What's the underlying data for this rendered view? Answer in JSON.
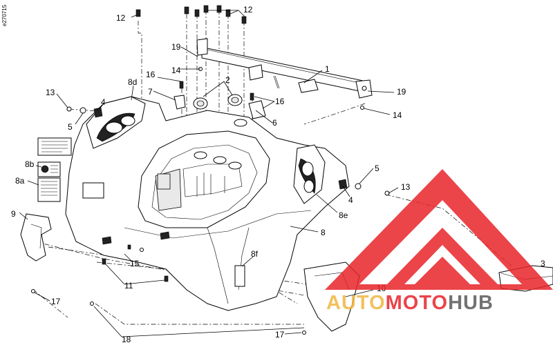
{
  "document_id": "e270715",
  "callouts": {
    "c1": "1",
    "c2": "2",
    "c3": "3",
    "c4a": "4",
    "c4b": "4",
    "c5a": "5",
    "c5b": "5",
    "c6": "6",
    "c7": "7",
    "c8": "8",
    "c8a": "8a",
    "c8b": "8b",
    "c8d": "8d",
    "c8e": "8e",
    "c8f": "8f",
    "c9": "9",
    "c10": "10",
    "c11": "11",
    "c12a": "12",
    "c12b": "12",
    "c13a": "13",
    "c13b": "13",
    "c14a": "14",
    "c14b": "14",
    "c15": "15",
    "c16a": "16",
    "c16b": "16",
    "c17a": "17",
    "c17b": "17",
    "c18": "18",
    "c19a": "19",
    "c19b": "19"
  },
  "watermark": {
    "word_part_1": "AUTO",
    "word_part_2": "MOTO",
    "word_part_3": "HUB",
    "colors": {
      "triangle": "#e8242a",
      "auto": "#f2b640",
      "moto": "#e8242a",
      "hub": "#5a5a5a"
    }
  }
}
